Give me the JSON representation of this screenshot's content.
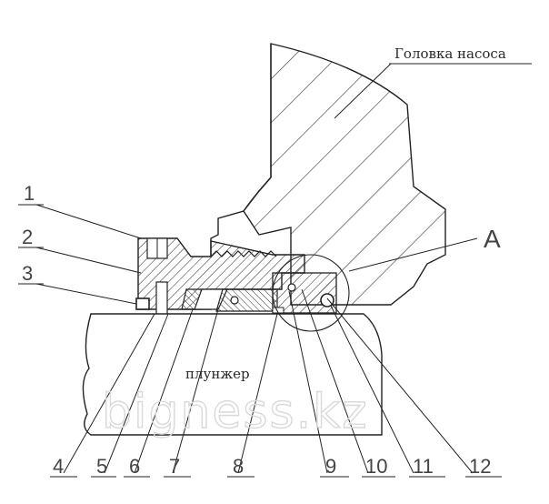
{
  "labels": {
    "head": "Головка насоса",
    "plunger": "плунжер",
    "detail": "A"
  },
  "part_numbers": [
    "1",
    "2",
    "3",
    "4",
    "5",
    "6",
    "7",
    "8",
    "9",
    "10",
    "11",
    "12"
  ],
  "watermark": "bigness.kz",
  "colors": {
    "line": "#222222",
    "hatch": "#333333",
    "text": "#2a2a2a",
    "watermark": "#d9d9d9"
  }
}
